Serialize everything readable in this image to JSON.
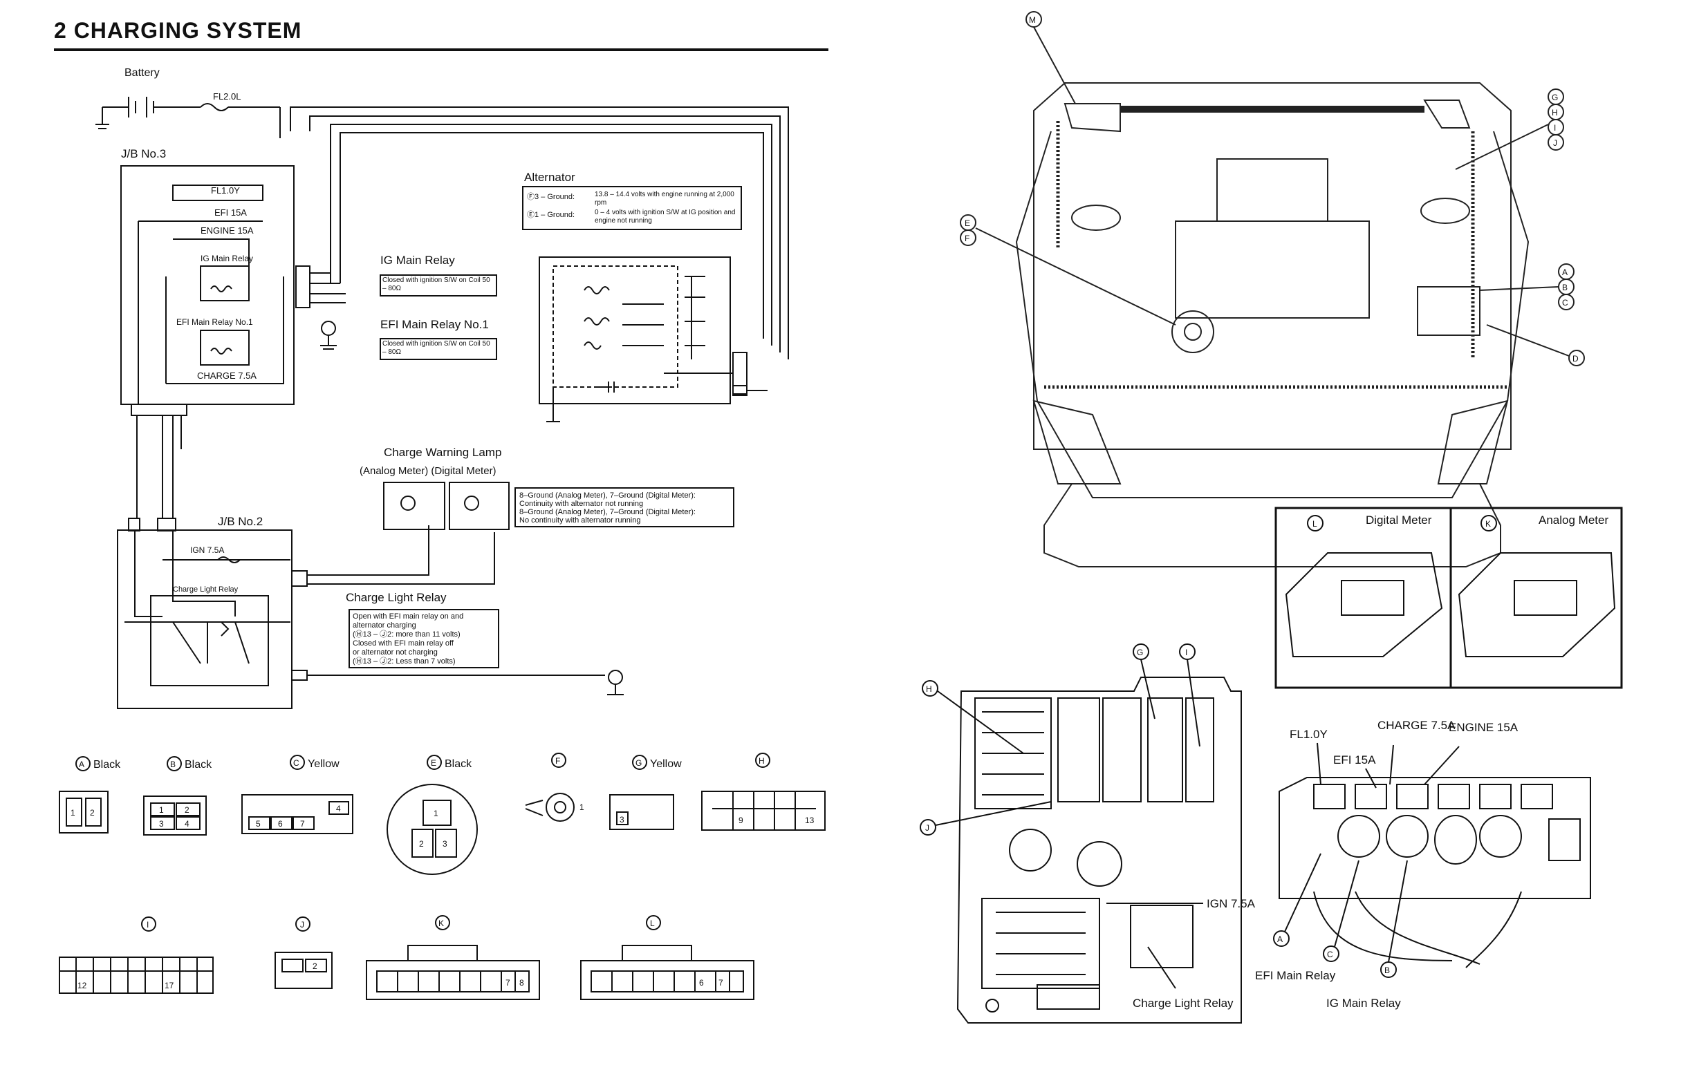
{
  "title": "2 CHARGING SYSTEM",
  "schematic": {
    "battery": "Battery",
    "fuse_main": "FL2.0L",
    "jb3": "J/B No.3",
    "jb2": "J/B No.2",
    "fl10y": "FL1.0Y",
    "efi15a": "EFI 15A",
    "engine15a": "ENGINE 15A",
    "ig_main_relay_inner": "IG Main Relay",
    "efi_main_relay_inner": "EFI Main Relay No.1",
    "charge75a": "CHARGE 7.5A",
    "ign75a": "IGN 7.5A",
    "charge_light_relay_inner": "Charge Light Relay",
    "alternator": "Alternator",
    "alt_spec_1_label": "Ⓕ3 – Ground:",
    "alt_spec_1_value": "13.8 – 14.4 volts with engine running at 2,000 rpm",
    "alt_spec_2_label": "Ⓔ1 – Ground:",
    "alt_spec_2_value": "0 – 4 volts with ignition S/W at IG position and engine not running",
    "ig_main_relay": "IG Main Relay",
    "ig_main_relay_spec": "Closed with ignition S/W on Coil 50 – 80Ω",
    "efi_main_relay": "EFI Main Relay No.1",
    "efi_main_relay_spec": "Closed with ignition S/W on Coil 50 – 80Ω",
    "charge_warning_lamp": "Charge Warning Lamp",
    "meter_types": "(Analog Meter)  (Digital Meter)",
    "lamp_spec_1": "8–Ground (Analog Meter), 7–Ground (Digital Meter):",
    "lamp_spec_2": "Continuity with alternator not running",
    "lamp_spec_3": "8–Ground (Analog Meter), 7–Ground (Digital Meter):",
    "lamp_spec_4": "No continuity with alternator running",
    "charge_light_relay": "Charge Light Relay",
    "clr_spec_1": "Open with EFI main relay on and",
    "clr_spec_2": "alternator charging",
    "clr_spec_3": "(Ⓗ13 – Ⓙ2: more than 11 volts)",
    "clr_spec_4": "Closed with EFI main relay off",
    "clr_spec_5": "or alternator not charging",
    "clr_spec_6": "(Ⓗ13 – Ⓙ2: Less than 7 volts)"
  },
  "connectors": [
    {
      "id": "A",
      "label": "Black"
    },
    {
      "id": "B",
      "label": "Black"
    },
    {
      "id": "C",
      "label": "Yellow"
    },
    {
      "id": "E",
      "label": "Black"
    },
    {
      "id": "F",
      "label": ""
    },
    {
      "id": "G",
      "label": "Yellow"
    },
    {
      "id": "H",
      "label": ""
    },
    {
      "id": "I",
      "label": ""
    },
    {
      "id": "J",
      "label": ""
    },
    {
      "id": "K",
      "label": ""
    },
    {
      "id": "L",
      "label": ""
    }
  ],
  "views": {
    "digital_meter": "Digital Meter",
    "analog_meter": "Analog Meter",
    "fl10y": "FL1.0Y",
    "charge75a": "CHARGE 7.5A",
    "engine15a": "ENGINE 15A",
    "efi15a": "EFI 15A",
    "efi_main_relay": "EFI Main Relay",
    "ig_main_relay": "IG Main Relay",
    "ign75a": "IGN 7.5A",
    "charge_light_relay": "Charge Light Relay"
  },
  "colors": {
    "ink": "#111111",
    "paper": "#ffffff"
  }
}
